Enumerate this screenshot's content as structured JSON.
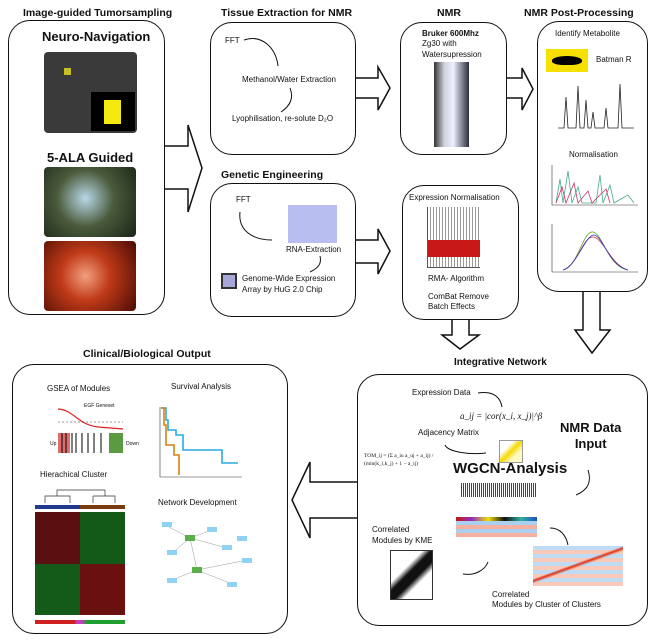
{
  "sections": {
    "tumorsampling": {
      "title": "Image-guided Tumorsampling",
      "neuro": "Neuro-Navigation",
      "ala": "5-ALA Guided"
    },
    "tissue": {
      "title": "Tissue Extraction for NMR",
      "fft": "FFT",
      "step1": "Methanol/Water Extraction",
      "step2": "Lyophilisation, re-solute D₂O"
    },
    "nmr": {
      "title": "NMR",
      "line1": "Bruker 600Mhz",
      "line2": "Zg30 with",
      "line3": "Watersupression"
    },
    "post": {
      "title": "NMR Post-Processing",
      "identify": "Identify Metabolite",
      "batman": "Batman R",
      "normalisation": "Normalisation"
    },
    "genetic": {
      "title": "Genetic Engineering",
      "fft": "FFT",
      "rna": "RNA-Extraction",
      "array1": "Genome-Wide Expression",
      "array2": "Array by HuG 2.0 Chip"
    },
    "expression": {
      "title": "Expression Normalisation",
      "rma": "RMA- Algorithm",
      "combat1": "ComBat Remove",
      "combat2": "Batch Effects"
    },
    "clinical": {
      "title": "Clinical/Biological Output",
      "gsea": "GSEA of Modules",
      "survival": "Survival Analysis",
      "hier": "Hierachical Cluster",
      "network": "Network Development",
      "egf": "EGF Geneset",
      "up": "Up",
      "down": "Down"
    },
    "integrative": {
      "title": "Integrative Network",
      "expr": "Expression Data",
      "formula": "a_ij = |cor(x_i, x_j)|^β",
      "adj": "Adjacency Matrix",
      "tom": "TOM_ij = (Σ a_iu a_uj + a_ij) / (min(k_i,k_j) + 1 − a_ij)",
      "nmr1": "NMR Data",
      "nmr2": "Input",
      "wgcn": "WGCN-Analysis",
      "kme1": "Correlated",
      "kme2": "Modules by KME",
      "cc1": "Correlated",
      "cc2": "Modules by Cluster of Clusters"
    }
  },
  "colors": {
    "survival_blue": "#29abe2",
    "survival_orange": "#d9820b",
    "heat_red": "#b01515",
    "heat_green": "#1a8a2a",
    "batman_yellow": "#f5e000",
    "network_node": "#8fd3f4"
  }
}
